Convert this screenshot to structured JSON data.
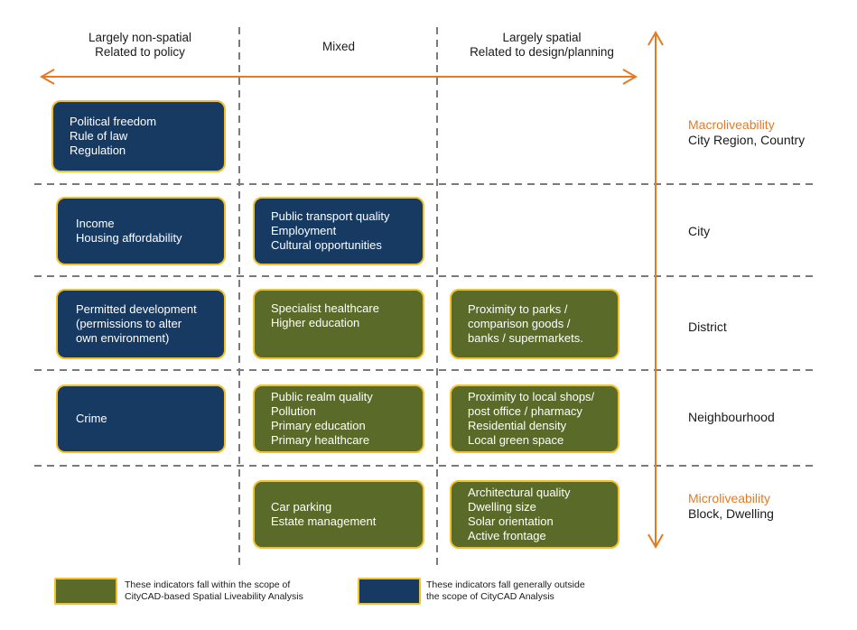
{
  "columns": {
    "col1": "Largely non-spatial\nRelated to policy",
    "col2": "Mixed",
    "col3": "Largely spatial\nRelated to design/planning"
  },
  "rows": {
    "macro_label": "Macroliveability",
    "macro_sub": "City Region, Country",
    "city": "City",
    "district": "District",
    "neighbourhood": "Neighbourhood",
    "micro_label": "Microliveability",
    "micro_sub": "Block, Dwelling"
  },
  "boxes": {
    "r1c1": "Political freedom\nRule of law\nRegulation",
    "r2c1": "Income\nHousing affordability",
    "r2c2": "Public transport quality\nEmployment\nCultural opportunities",
    "r3c1": "Permitted development\n(permissions to alter\nown environment)",
    "r3c2": "Specialist healthcare\nHigher education",
    "r3c3": "Proximity to parks /\ncomparison goods /\nbanks / supermarkets.",
    "r4c1": "Crime",
    "r4c2": "Public realm quality\nPollution\nPrimary education\nPrimary healthcare",
    "r4c3": "Proximity to local shops/\npost office / pharmacy\nResidential density\nLocal green space",
    "r5c2": "Car parking\nEstate management",
    "r5c3": "Architectural quality\nDwelling size\nSolar orientation\nActive frontage"
  },
  "legend": {
    "green_text": "These indicators fall within the scope of\nCityCAD-based Spatial Liveability Analysis",
    "blue_text": "These indicators fall generally outside\nthe scope of CityCAD Analysis"
  },
  "colors": {
    "blue": "#173a63",
    "green": "#596a29",
    "border": "#f2c029",
    "arrow": "#e37b24"
  }
}
